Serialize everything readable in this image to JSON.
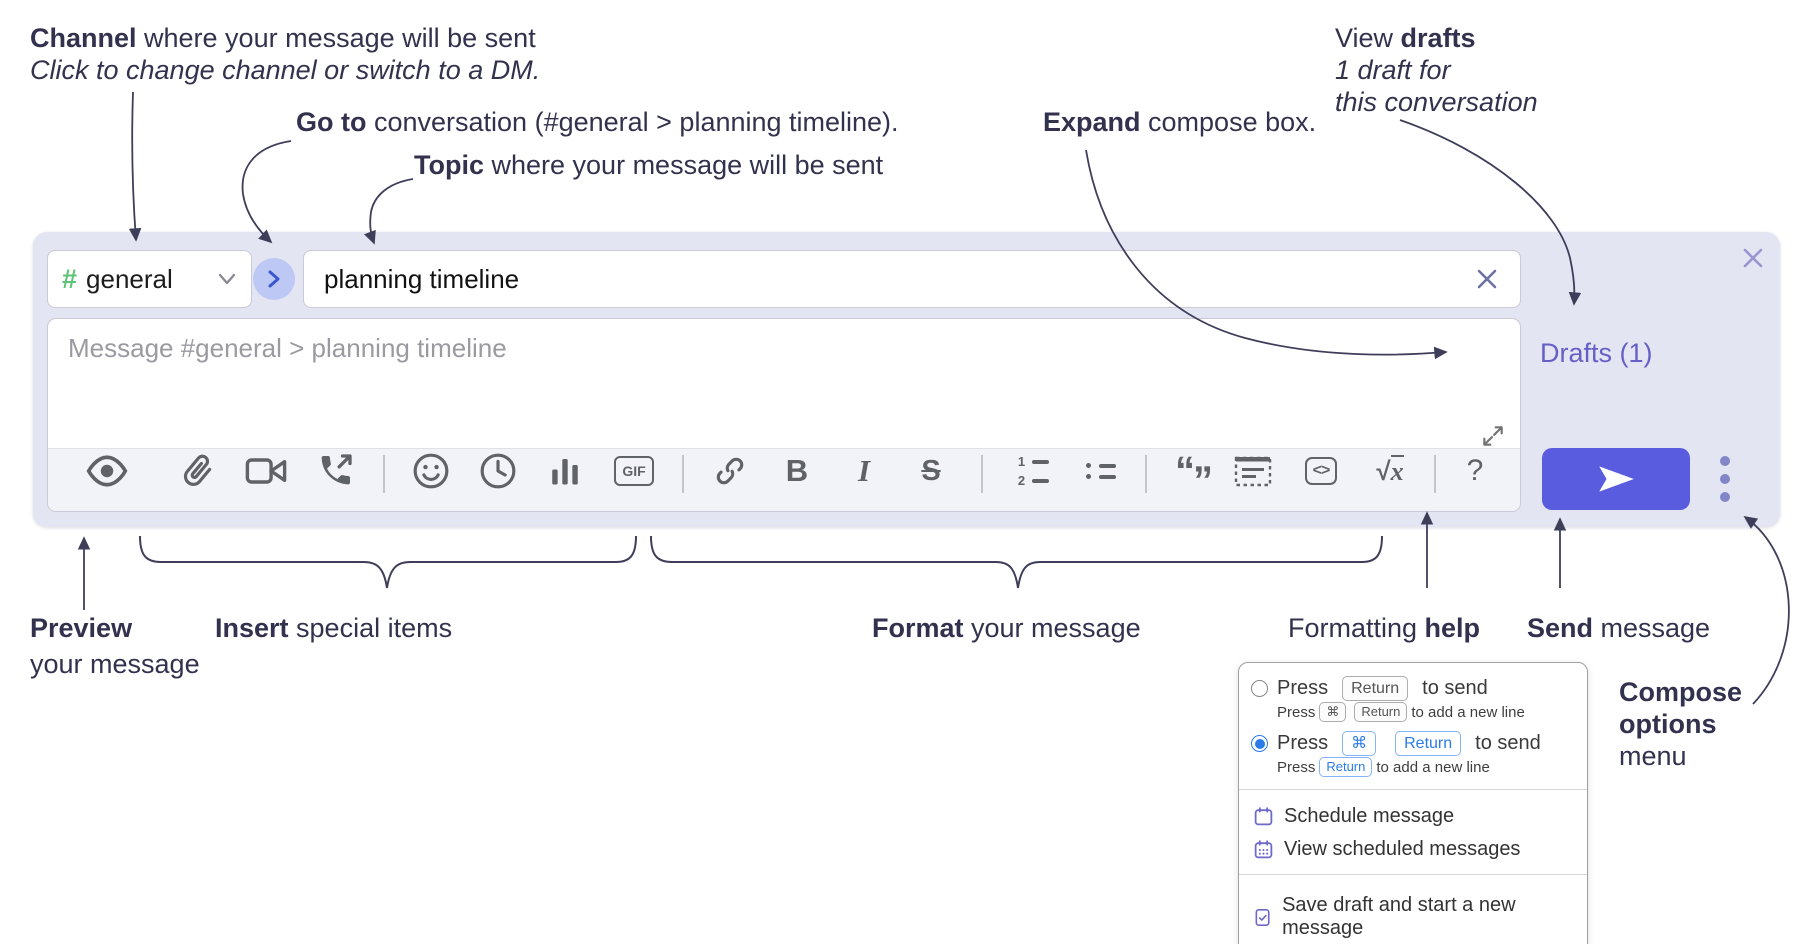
{
  "annotations": {
    "channel": {
      "bold": "Channel",
      "rest": " where your message will be sent",
      "sub": "Click to change channel or switch to a DM."
    },
    "go_to": {
      "bold": "Go to",
      "rest": " conversation (#general > planning timeline)."
    },
    "topic": {
      "bold": "Topic",
      "rest": " where your message will be sent"
    },
    "expand": {
      "bold": "Expand",
      "rest": " compose box."
    },
    "view_drafts": {
      "pre": "View ",
      "bold": "drafts",
      "line2": "1 draft for",
      "line3": "this conversation"
    },
    "preview": {
      "bold": "Preview",
      "line2": "your message"
    },
    "insert": {
      "bold": "Insert",
      "rest": " special items"
    },
    "format": {
      "bold": "Format",
      "rest": " your message"
    },
    "formatting_help": {
      "pre": "Formatting ",
      "bold": "help"
    },
    "send": {
      "bold": "Send",
      "rest": " message"
    },
    "compose_options": {
      "line1": "Compose",
      "line2": "options",
      "line3": "menu"
    }
  },
  "compose": {
    "channel": {
      "hash": "#",
      "name": "general"
    },
    "topic_value": "planning timeline",
    "message_placeholder": "Message #general > planning timeline",
    "drafts_link": "Drafts (1)",
    "toolbar": {
      "gif": "GIF",
      "bold": "B",
      "italic": "I",
      "strike": "S",
      "math_sqrt": "√",
      "math_x": "x",
      "help": "?",
      "code": "<>",
      "numlist_1": "1",
      "numlist_2": "2",
      "quote_open": "“",
      "quote_close": "”"
    }
  },
  "popup": {
    "option1": {
      "pre": "Press",
      "key1": "Return",
      "post": "to send",
      "sub_pre": "Press",
      "sub_key1": "⌘",
      "sub_key2": "Return",
      "sub_post": "to add a new line"
    },
    "option2": {
      "pre": "Press",
      "key1": "⌘",
      "key2": "Return",
      "post": "to send",
      "sub_pre": "Press",
      "sub_key1": "Return",
      "sub_post": "to add a new line"
    },
    "items": {
      "schedule": "Schedule message",
      "view_scheduled": "View scheduled messages",
      "save_draft": "Save draft and start a new message"
    }
  },
  "colors": {
    "accent_send": "#5a5ce0",
    "drafts_link": "#665fc6",
    "channel_hash_green": "#5dc376",
    "selected_blue": "#2b7cea",
    "menu_icon_purple": "#6f68cb",
    "compose_bg": "#e3e5f2",
    "annotation_ink": "#32324e",
    "toolbar_icon_gray": "#5f6267"
  }
}
